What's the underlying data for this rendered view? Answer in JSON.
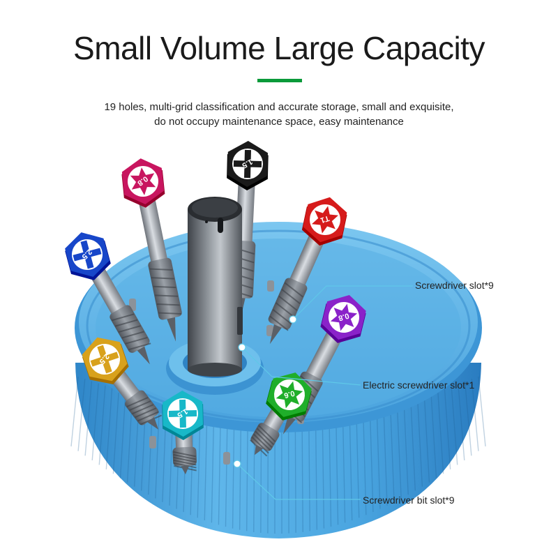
{
  "title": "Small Volume Large Capacity",
  "subtitle": {
    "line1": "19 holes, multi-grid classification and accurate storage, small and exquisite,",
    "line2": "do not occupy maintenance space, easy maintenance"
  },
  "callouts": {
    "screwdriver_slot": "Screwdriver slot*9",
    "electric_slot": "Electric screwdriver slot*1",
    "bit_slot": "Screwdriver bit slot*9"
  },
  "bits": [
    {
      "label": "0.8",
      "color": "#c8155f",
      "symbol": "star"
    },
    {
      "label": "1.5",
      "color": "#1a1a1a",
      "symbol": "cross"
    },
    {
      "label": "T1",
      "color": "#d61b1b",
      "symbol": "star"
    },
    {
      "label": "2.5",
      "color": "#1746c9",
      "symbol": "cross"
    },
    {
      "label": "0.8",
      "color": "#8a22c9",
      "symbol": "star"
    },
    {
      "label": "2.5",
      "color": "#d8a11c",
      "symbol": "cross"
    },
    {
      "label": "1.5",
      "color": "#18b8c8",
      "symbol": "cross"
    },
    {
      "label": "0.6",
      "color": "#1fae2a",
      "symbol": "star"
    }
  ],
  "colors": {
    "base": "#4aa5e0",
    "accent": "#0a9a3a",
    "callout_line": "#5fc8e8"
  }
}
